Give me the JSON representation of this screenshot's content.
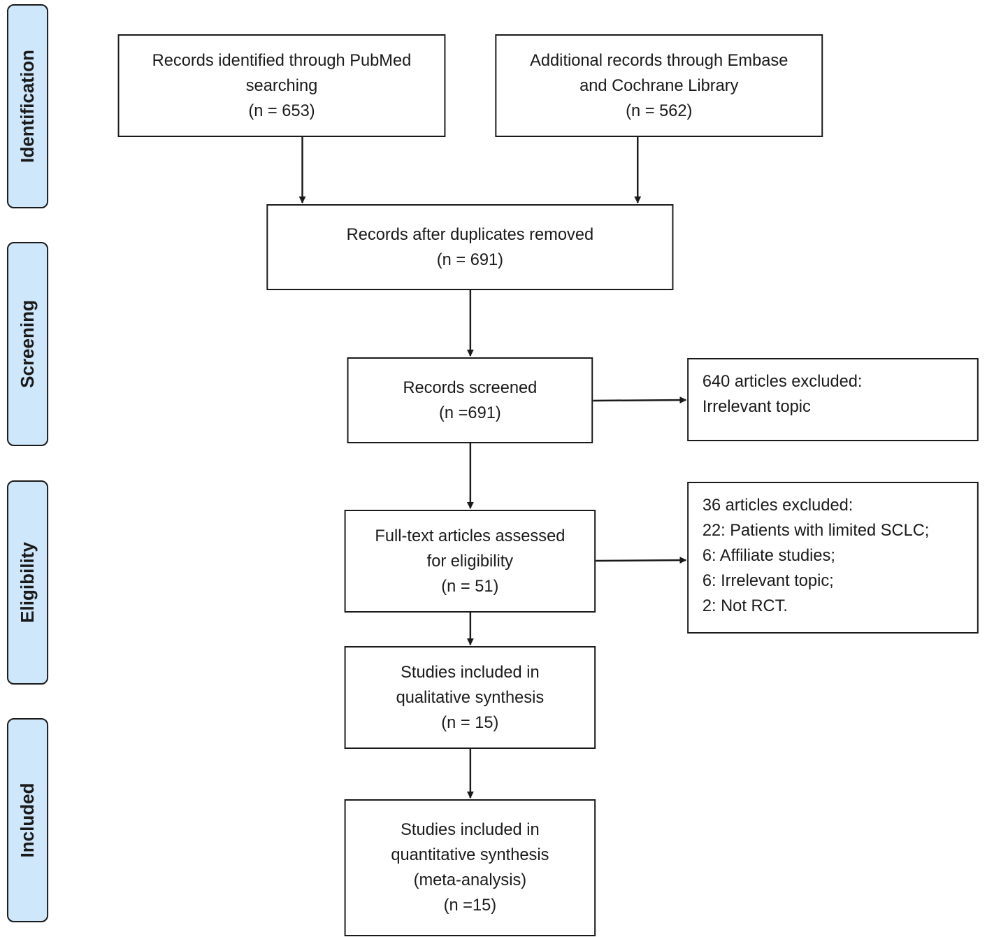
{
  "phases": {
    "identification": "Identification",
    "screening": "Screening",
    "eligibility": "Eligibility",
    "included": "Included"
  },
  "boxes": {
    "pubmed": [
      "Records identified through PubMed",
      "searching",
      "(n = 653)"
    ],
    "additional": [
      "Additional records through Embase",
      "and Cochrane Library",
      "(n = 562)"
    ],
    "duplicates": [
      "Records after duplicates removed",
      "(n = 691)"
    ],
    "screened": [
      "Records screened",
      "(n =691)"
    ],
    "excluded_screening": [
      "640 articles excluded:",
      "Irrelevant topic"
    ],
    "fulltext": [
      "Full-text articles assessed",
      "for eligibility",
      "(n = 51)"
    ],
    "excluded_fulltext": [
      "36 articles excluded:",
      "22: Patients with limited SCLC;",
      "6: Affiliate studies;",
      "6: Irrelevant topic;",
      "2: Not RCT."
    ],
    "qualitative": [
      "Studies included in",
      "qualitative synthesis",
      "(n = 15)"
    ],
    "quantitative": [
      "Studies included in",
      "quantitative synthesis",
      "(meta-analysis)",
      "(n =15)"
    ]
  },
  "colors": {
    "phase_fill": "#cfe7fa",
    "stroke": "#1a1a1a"
  }
}
